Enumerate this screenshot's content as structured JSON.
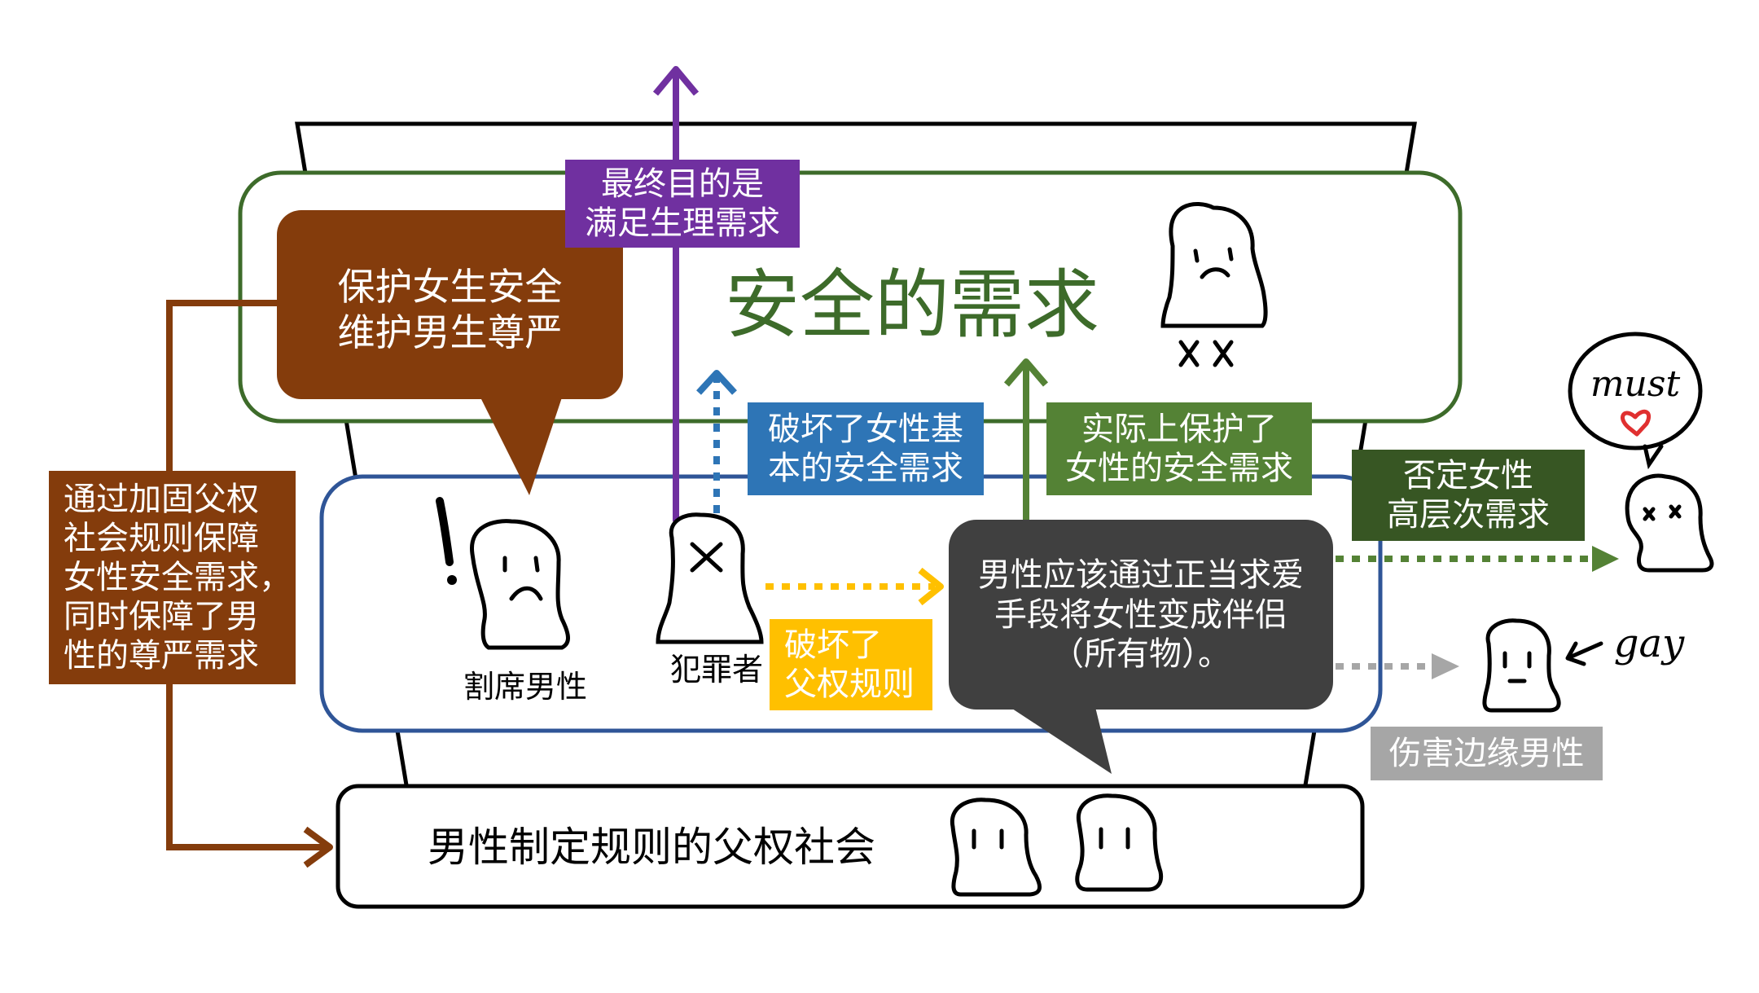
{
  "diagram": {
    "title": "安全的需求",
    "bubble_protect": [
      "保护女生安全",
      "维护男生尊严"
    ],
    "label_final_goal": [
      "最终目的是",
      "满足生理需求"
    ],
    "label_destroy_basic": [
      "破坏了女性基",
      "本的安全需求"
    ],
    "label_actually_protect": [
      "实际上保护了",
      "女性的安全需求"
    ],
    "label_deny_higher": [
      "否定女性",
      "高层次需求"
    ],
    "label_left_side": [
      "通过加固父权",
      "社会规则保障",
      "女性安全需求，",
      "同时保障了男",
      "性的尊严需求"
    ],
    "speech_dark": [
      "男性应该通过正当求爱",
      "手段将女性变成伴侣",
      "（所有物）。"
    ],
    "label_destroy_patriarchy": [
      "破坏了",
      "父权规则"
    ],
    "caption_castrated_male": "割席男性",
    "caption_offender": "犯罪者",
    "label_harm_marginal": "伤害边缘男性",
    "bottom_text": "男性制定规则的父权社会",
    "hand_must": "must",
    "hand_gay": "gay"
  },
  "colors": {
    "green": "#3d6b2a",
    "green_label": "#548235",
    "dark_green": "#375623",
    "blue_border": "#2f5597",
    "blue_label": "#2e75b6",
    "brown": "#843c0c",
    "purple": "#7030a0",
    "yellow": "#ffc000",
    "dark_gray": "#404040",
    "light_gray": "#a6a6a6",
    "heart_red": "#e03030"
  }
}
